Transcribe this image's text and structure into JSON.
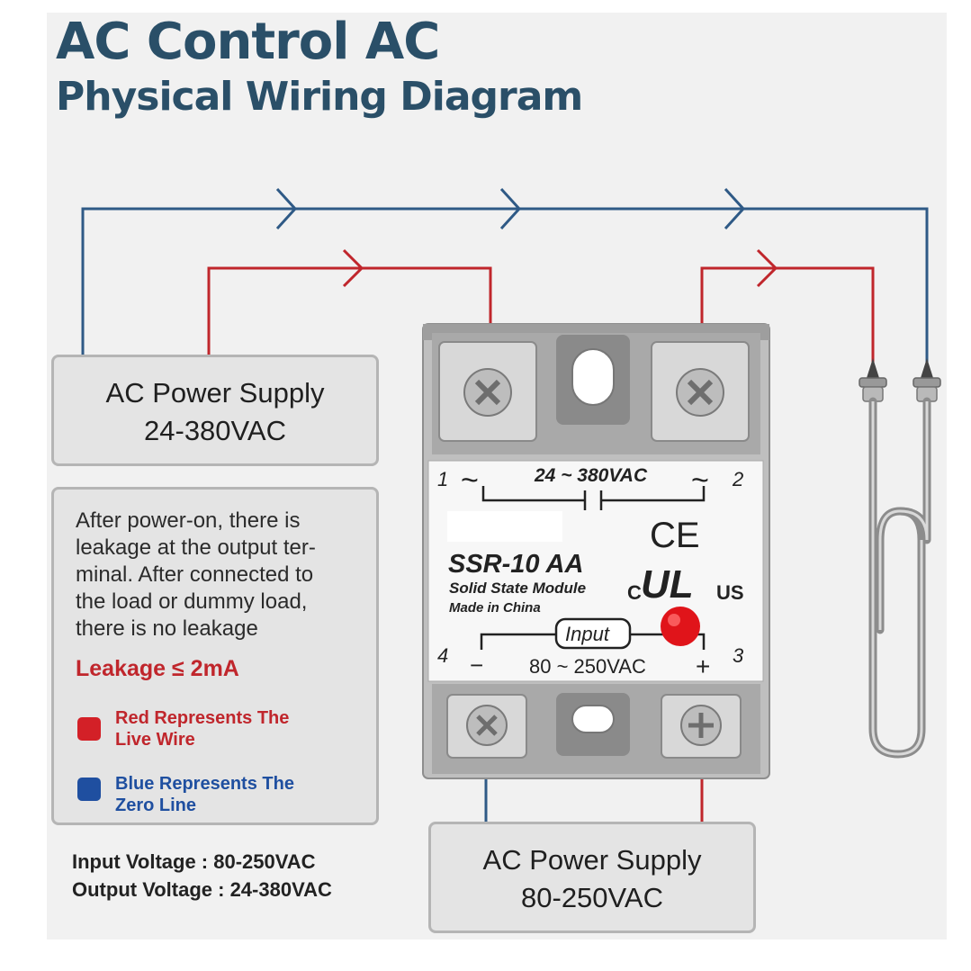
{
  "title": {
    "line1": "AC Control AC",
    "line2": "Physical Wiring Diagram"
  },
  "output_supply": {
    "label": "AC Power Supply",
    "voltage": "24-380VAC"
  },
  "input_supply": {
    "label": "AC Power Supply",
    "voltage": "80-250VAC"
  },
  "note": {
    "text": "After power-on, there is leakage at the output terminal. After connected to the load or dummy load, there is no leakage",
    "lines": [
      "After power-on, there is",
      "leakage at the output ter-",
      "minal. After connected to",
      "the load or dummy load,",
      "there is no leakage"
    ],
    "leakage": "Leakage ≤ 2mA"
  },
  "legend": {
    "red": {
      "lines": [
        "Red Represents The",
        "Live Wire"
      ],
      "color": "#d32027"
    },
    "blue": {
      "lines": [
        "Blue Represents The",
        "Zero Line"
      ],
      "color": "#1f4fa0"
    }
  },
  "specs": {
    "input": "Input Voltage : 80-250VAC",
    "output": "Output Voltage : 24-380VAC"
  },
  "relay": {
    "terminal_1": "1",
    "terminal_2": "2",
    "terminal_3": "3",
    "terminal_4": "4",
    "tilde_left": "~",
    "tilde_right": "~",
    "output_rating": "24 ~ 380VAC",
    "model": "SSR-10 AA",
    "subtitle": "Solid State Module",
    "made_in": "Made in China",
    "ce_mark": "CE",
    "ul_c": "C",
    "ul_mark": "UL",
    "ul_us": "US",
    "input_label": "Input",
    "minus": "−",
    "plus": "+",
    "input_rating": "80 ~ 250VAC"
  },
  "colors": {
    "live_wire": "#c0262c",
    "zero_wire": "#2f5a86",
    "title": "#2a4f68",
    "indicator_led": "#e0141a"
  },
  "icons": [
    "screw-terminal-icon",
    "heating-element-icon",
    "wire-arrow-icon",
    "ce-mark-icon",
    "ul-mark-icon"
  ]
}
